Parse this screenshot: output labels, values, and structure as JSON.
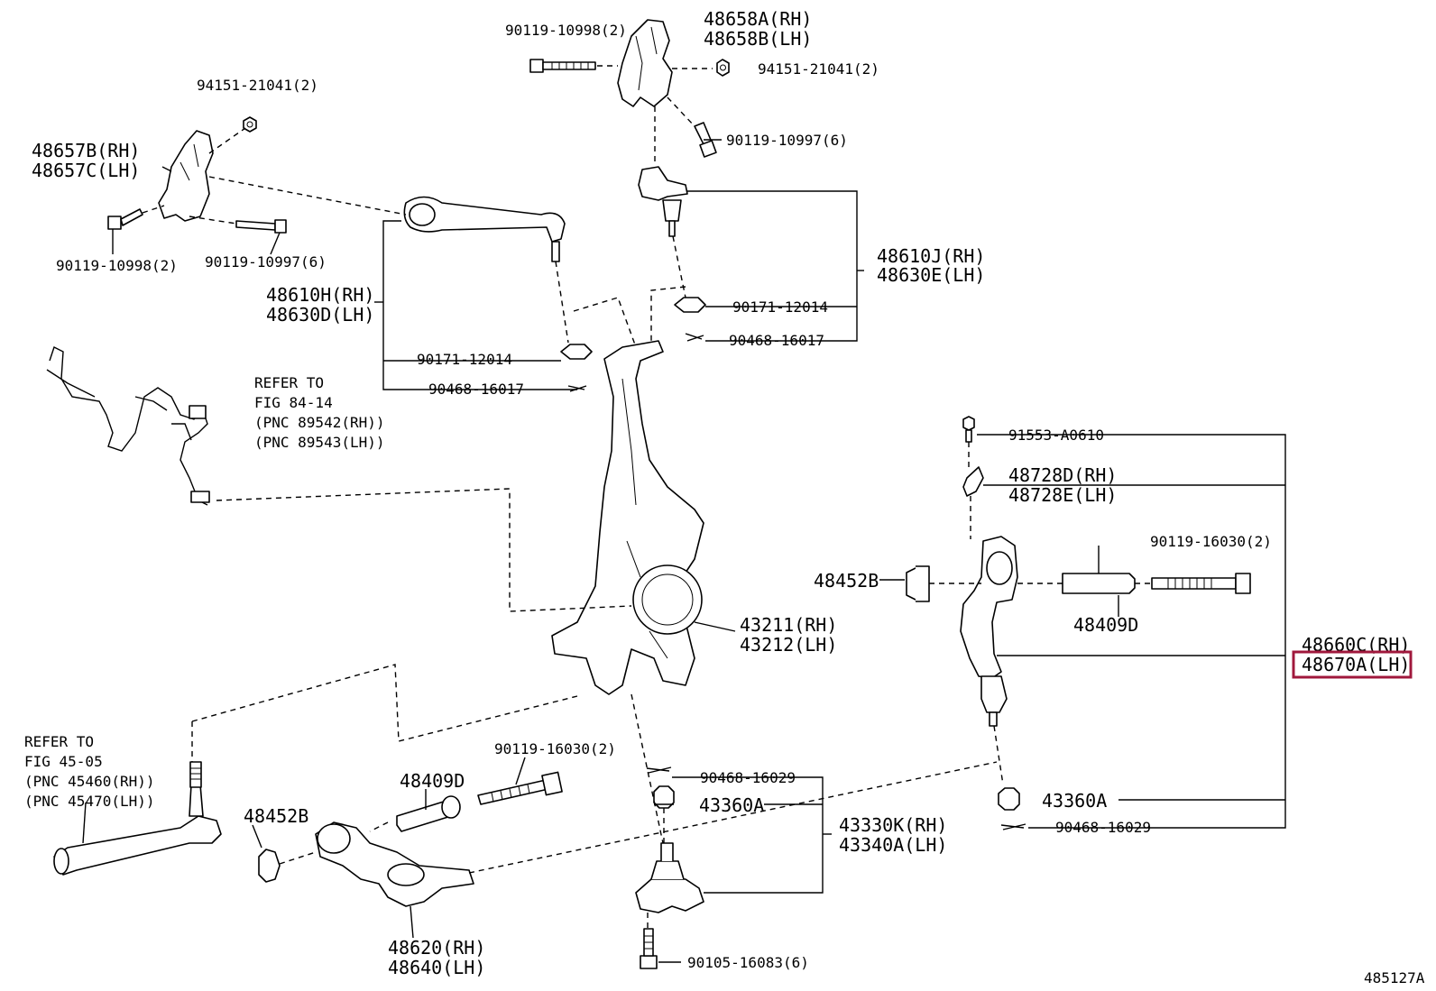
{
  "diagram_id": "485127A",
  "labels": {
    "l1": "90119-10998(2)",
    "l2a": "48658A(RH)",
    "l2b": "48658B(LH)",
    "l3": "94151-21041(2)",
    "l4": "90119-10997(6)",
    "l5": "94151-21041(2)",
    "l6a": "48657B(RH)",
    "l6b": "48657C(LH)",
    "l7": "90119-10998(2)",
    "l8": "90119-10997(6)",
    "l9a": "48610J(RH)",
    "l9b": "48630E(LH)",
    "l10a": "48610H(RH)",
    "l10b": "48630D(LH)",
    "l11": "90171-12014",
    "l12": "90468-16017",
    "l13": "90171-12014",
    "l14": "90468-16017",
    "r1a": "REFER TO",
    "r1b": "FIG 84-14",
    "r1c": "(PNC 89542(RH))",
    "r1d": "(PNC 89543(LH))",
    "l15": "91553-A0610",
    "l16a": "48728D(RH)",
    "l16b": "48728E(LH)",
    "l17": "90119-16030(2)",
    "l18": "48452B",
    "l19": "48409D",
    "l20a": "43211(RH)",
    "l20b": "43212(LH)",
    "l21a": "48660C(RH)",
    "l21b": "48670A(LH)",
    "r2a": "REFER TO",
    "r2b": "FIG 45-05",
    "r2c": "(PNC 45460(RH))",
    "r2d": "(PNC 45470(LH))",
    "l22": "90119-16030(2)",
    "l23": "48409D",
    "l24": "90468-16029",
    "l25": "43360A",
    "l26": "48452B",
    "l27a": "43330K(RH)",
    "l27b": "43340A(LH)",
    "l28": "43360A",
    "l29": "90468-16029",
    "l30a": "48620(RH)",
    "l30b": "48640(LH)",
    "l31": "90105-16083(6)"
  },
  "highlight_color": "#a0183c"
}
